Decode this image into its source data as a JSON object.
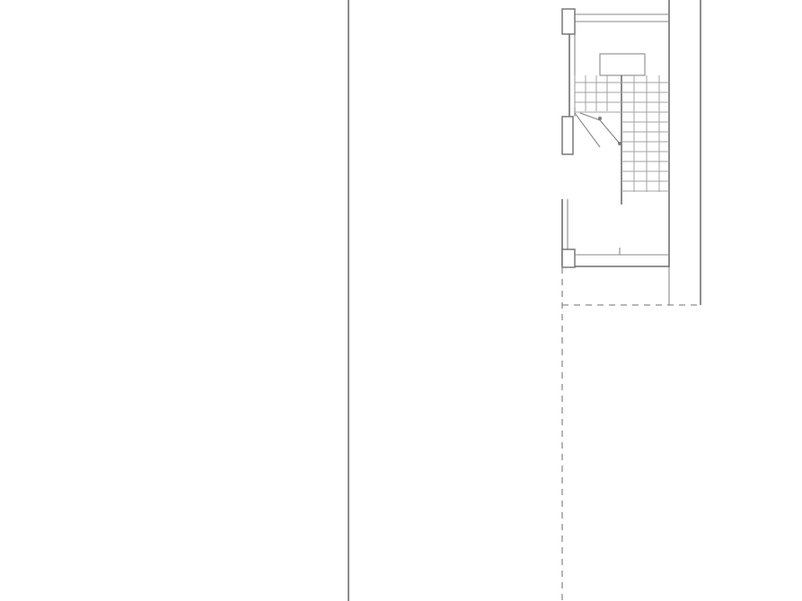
{
  "drawing": {
    "type": "floor-plan",
    "elements": [
      "outer-wall",
      "stair-core",
      "staircase",
      "door-opening",
      "dashed-boundary"
    ],
    "colors": {
      "line": "#6f6f6f",
      "line_light": "#a3a3a3",
      "background": "#ffffff"
    }
  }
}
